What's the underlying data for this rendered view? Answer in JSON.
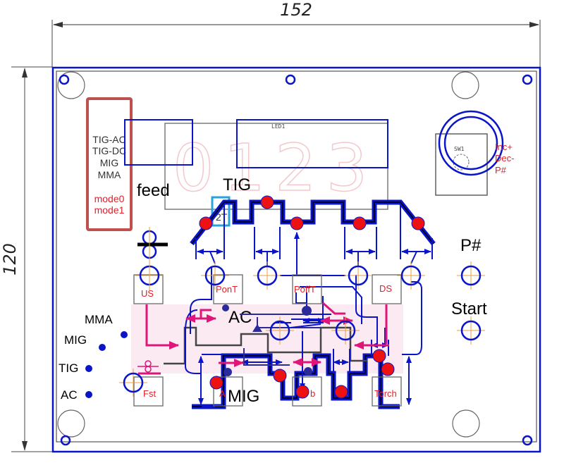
{
  "dimensions": {
    "width_label": "152",
    "height_label": "120"
  },
  "mode_panel": {
    "modes": [
      "TIG-AC",
      "TIG-DC",
      "MIG",
      "MMA"
    ],
    "mode_pins": [
      "mode0",
      "mode1"
    ]
  },
  "display": {
    "designator": "LED1",
    "digits": "0123"
  },
  "encoder": {
    "designator": "SW1",
    "functions": [
      "Inc+",
      "Dec-",
      "P#"
    ]
  },
  "labels": {
    "feed": "feed",
    "tig": "TIG",
    "ac": "AC",
    "mig": "MIG",
    "program": "P#",
    "start": "Start",
    "pin_2t": "2T"
  },
  "buttons": [
    {
      "id": "us",
      "label": "US"
    },
    {
      "id": "pont",
      "label": "PonT"
    },
    {
      "id": "pofft",
      "label": "PoffT"
    },
    {
      "id": "ds",
      "label": "DS"
    },
    {
      "id": "fst",
      "label": "Fst"
    },
    {
      "id": "a",
      "label": "A"
    },
    {
      "id": "b",
      "label": "b"
    },
    {
      "id": "torch",
      "label": "Torch"
    }
  ],
  "indicator_leds": [
    {
      "id": "mma",
      "label": "MMA"
    },
    {
      "id": "mig",
      "label": "MIG"
    },
    {
      "id": "tig",
      "label": "TIG"
    },
    {
      "id": "ac",
      "label": "AC"
    }
  ],
  "colors": {
    "outline_blue": "#0a14c8",
    "led_red": "#ee1111",
    "mode_panel_border": "#c0504d",
    "label_red": "#e0202a",
    "arrow_magenta": "#e0157a",
    "shade_pink": "#fbeaf2",
    "crosshair_orange": "#e8a040"
  }
}
